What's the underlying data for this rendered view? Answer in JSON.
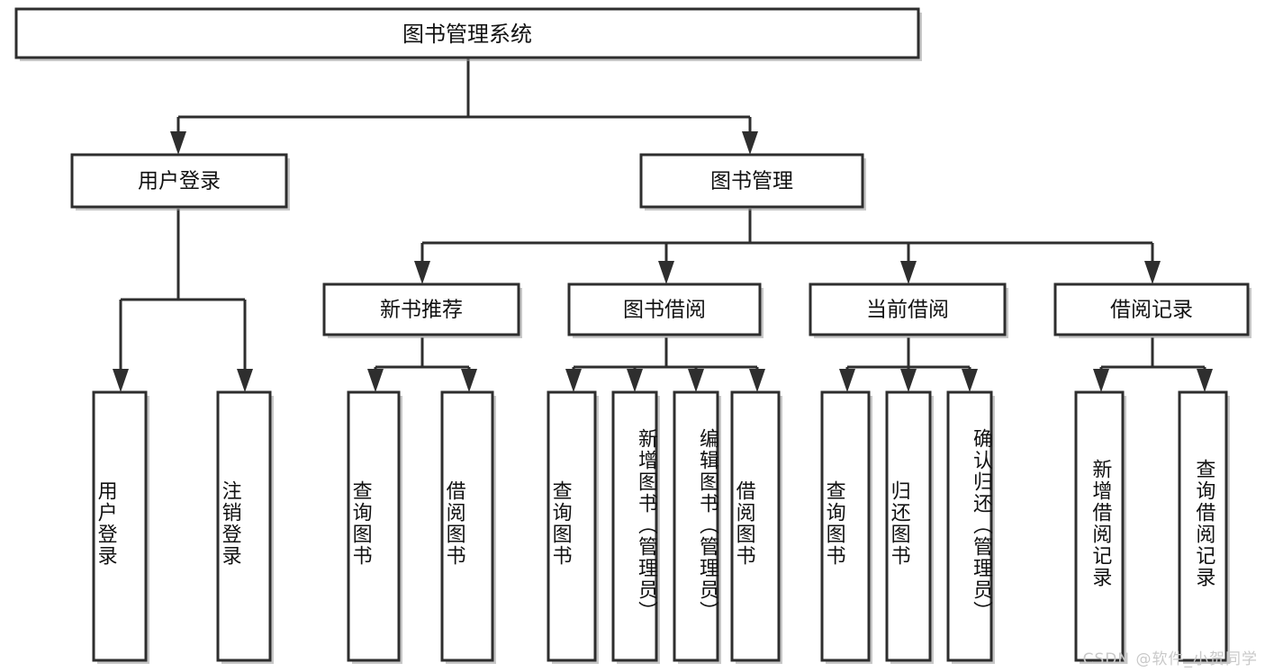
{
  "diagram": {
    "type": "tree",
    "title": "图书管理系统",
    "orientation": "top-down",
    "colors": {
      "box_border": "#2e2e2e",
      "box_fill": "#ffffff",
      "connector": "#2e2e2e",
      "text": "#111111",
      "watermark": "#c9c9c9",
      "background": "#ffffff"
    },
    "root": {
      "label": "图书管理系统"
    },
    "level2": [
      {
        "label": "用户登录"
      },
      {
        "label": "图书管理"
      }
    ],
    "level3": [
      {
        "label": "新书推荐"
      },
      {
        "label": "图书借阅"
      },
      {
        "label": "当前借阅"
      },
      {
        "label": "借阅记录"
      }
    ],
    "leaves": {
      "user_login": [
        {
          "label": "用户登录"
        },
        {
          "label": "注销登录"
        }
      ],
      "new_book_recommend": [
        {
          "label": "查询图书"
        },
        {
          "label": "借阅图书"
        }
      ],
      "book_borrow": [
        {
          "label": "查询图书"
        },
        {
          "label": "新增图书（管理员）"
        },
        {
          "label": "编辑图书（管理员）"
        },
        {
          "label": "借阅图书"
        }
      ],
      "current_borrow": [
        {
          "label": "查询图书"
        },
        {
          "label": "归还图书"
        },
        {
          "label": "确认归还（管理员）"
        }
      ],
      "borrow_records": [
        {
          "label": "新增借阅记录"
        },
        {
          "label": "查询借阅记录"
        }
      ]
    }
  },
  "watermark": {
    "text": "CSDN @软件_小贺同学"
  }
}
